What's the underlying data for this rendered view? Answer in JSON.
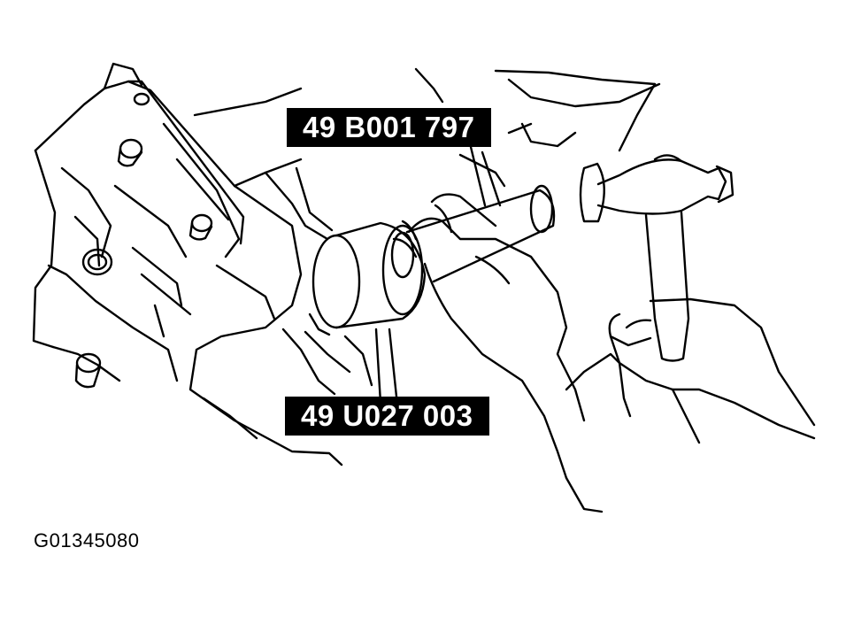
{
  "labels": {
    "tool_upper": "49 B001 797",
    "tool_lower": "49 U027 003"
  },
  "figure_id": "G01345080",
  "colors": {
    "ink": "#000000",
    "paper": "#ffffff"
  }
}
